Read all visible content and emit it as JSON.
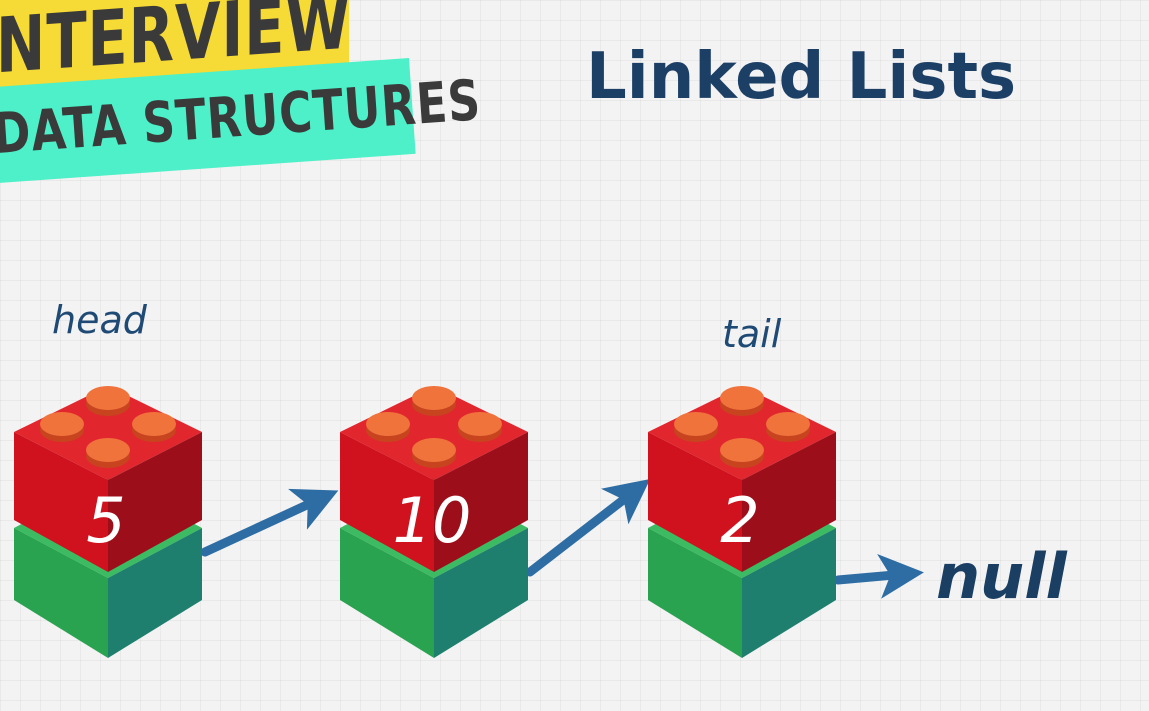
{
  "banner": {
    "line1": "NTERVIEW",
    "line2": "DATA STRUCTURES"
  },
  "title": "Linked Lists",
  "head_label": "head",
  "tail_label": "tail",
  "null_label": "null",
  "nodes": [
    {
      "value": "5"
    },
    {
      "value": "10"
    },
    {
      "value": "2"
    }
  ],
  "colors": {
    "title": "#1c3f66",
    "block_top": "#d0121f",
    "block_bottom": "#2aa351",
    "stud": "#f0733c",
    "arrow": "#2e6da4",
    "banner_yellow": "#f6da35",
    "banner_teal": "#4df0c8"
  }
}
